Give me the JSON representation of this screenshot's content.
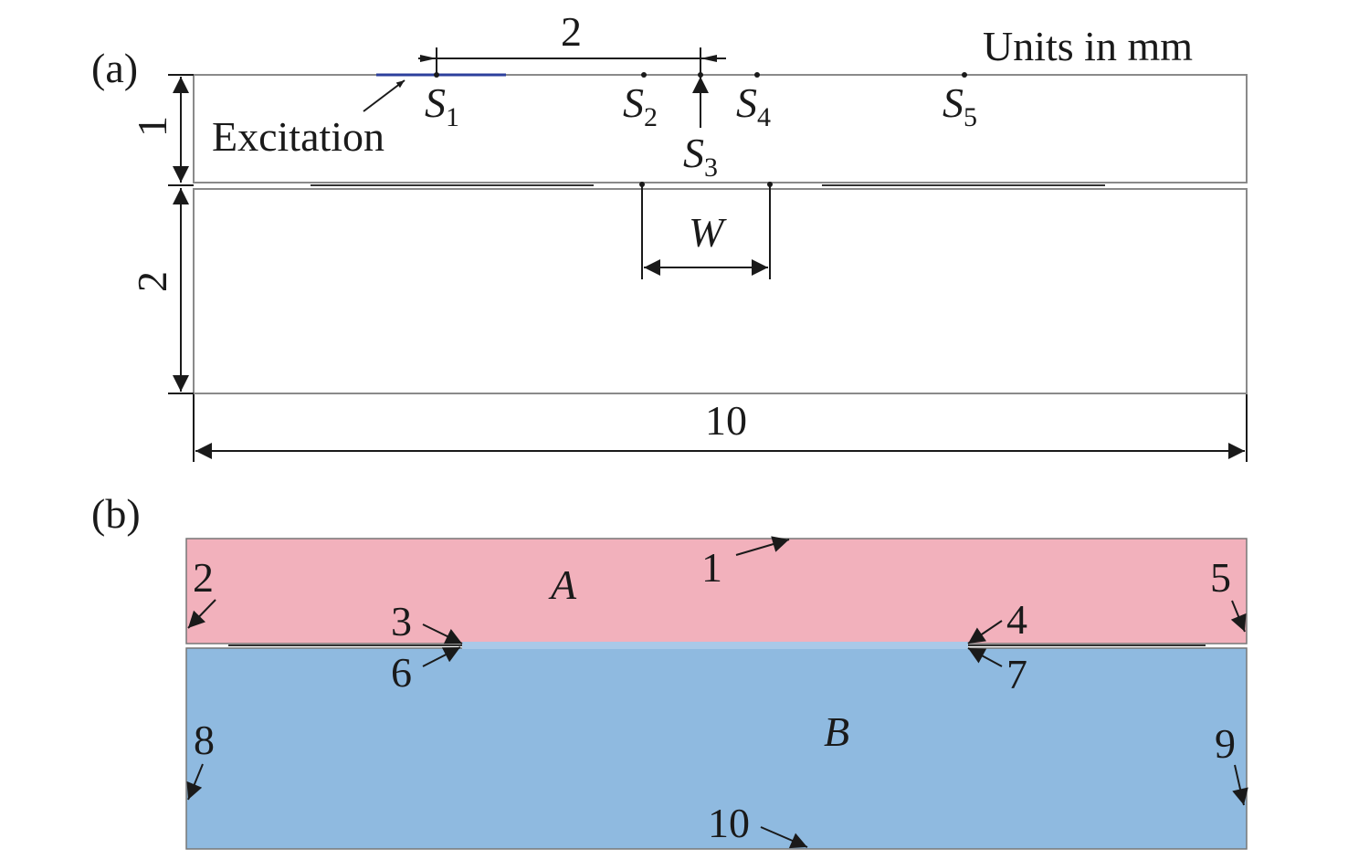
{
  "panel_a": {
    "label": "(a)",
    "units": "Units in mm",
    "dim_top_spacing": "2",
    "dim_left_top": "1",
    "dim_left_bottom": "2",
    "dim_total_length": "10",
    "excitation_label": "Excitation",
    "gap_label": "W",
    "sensors": [
      {
        "name": "S",
        "sub": "1"
      },
      {
        "name": "S",
        "sub": "2"
      },
      {
        "name": "S",
        "sub": "3"
      },
      {
        "name": "S",
        "sub": "4"
      },
      {
        "name": "S",
        "sub": "5"
      }
    ],
    "colors": {
      "excitation_line": "#2c3f9c",
      "outline": "#8a8a8a",
      "dimension": "#1a1a1a"
    }
  },
  "panel_b": {
    "label": "(b)",
    "domain_a_label": "A",
    "domain_b_label": "B",
    "boundaries": [
      "1",
      "2",
      "3",
      "4",
      "5",
      "6",
      "7",
      "8",
      "9",
      "10"
    ],
    "colors": {
      "domain_a": "#f2b1bc",
      "domain_b": "#8fbae0"
    }
  }
}
